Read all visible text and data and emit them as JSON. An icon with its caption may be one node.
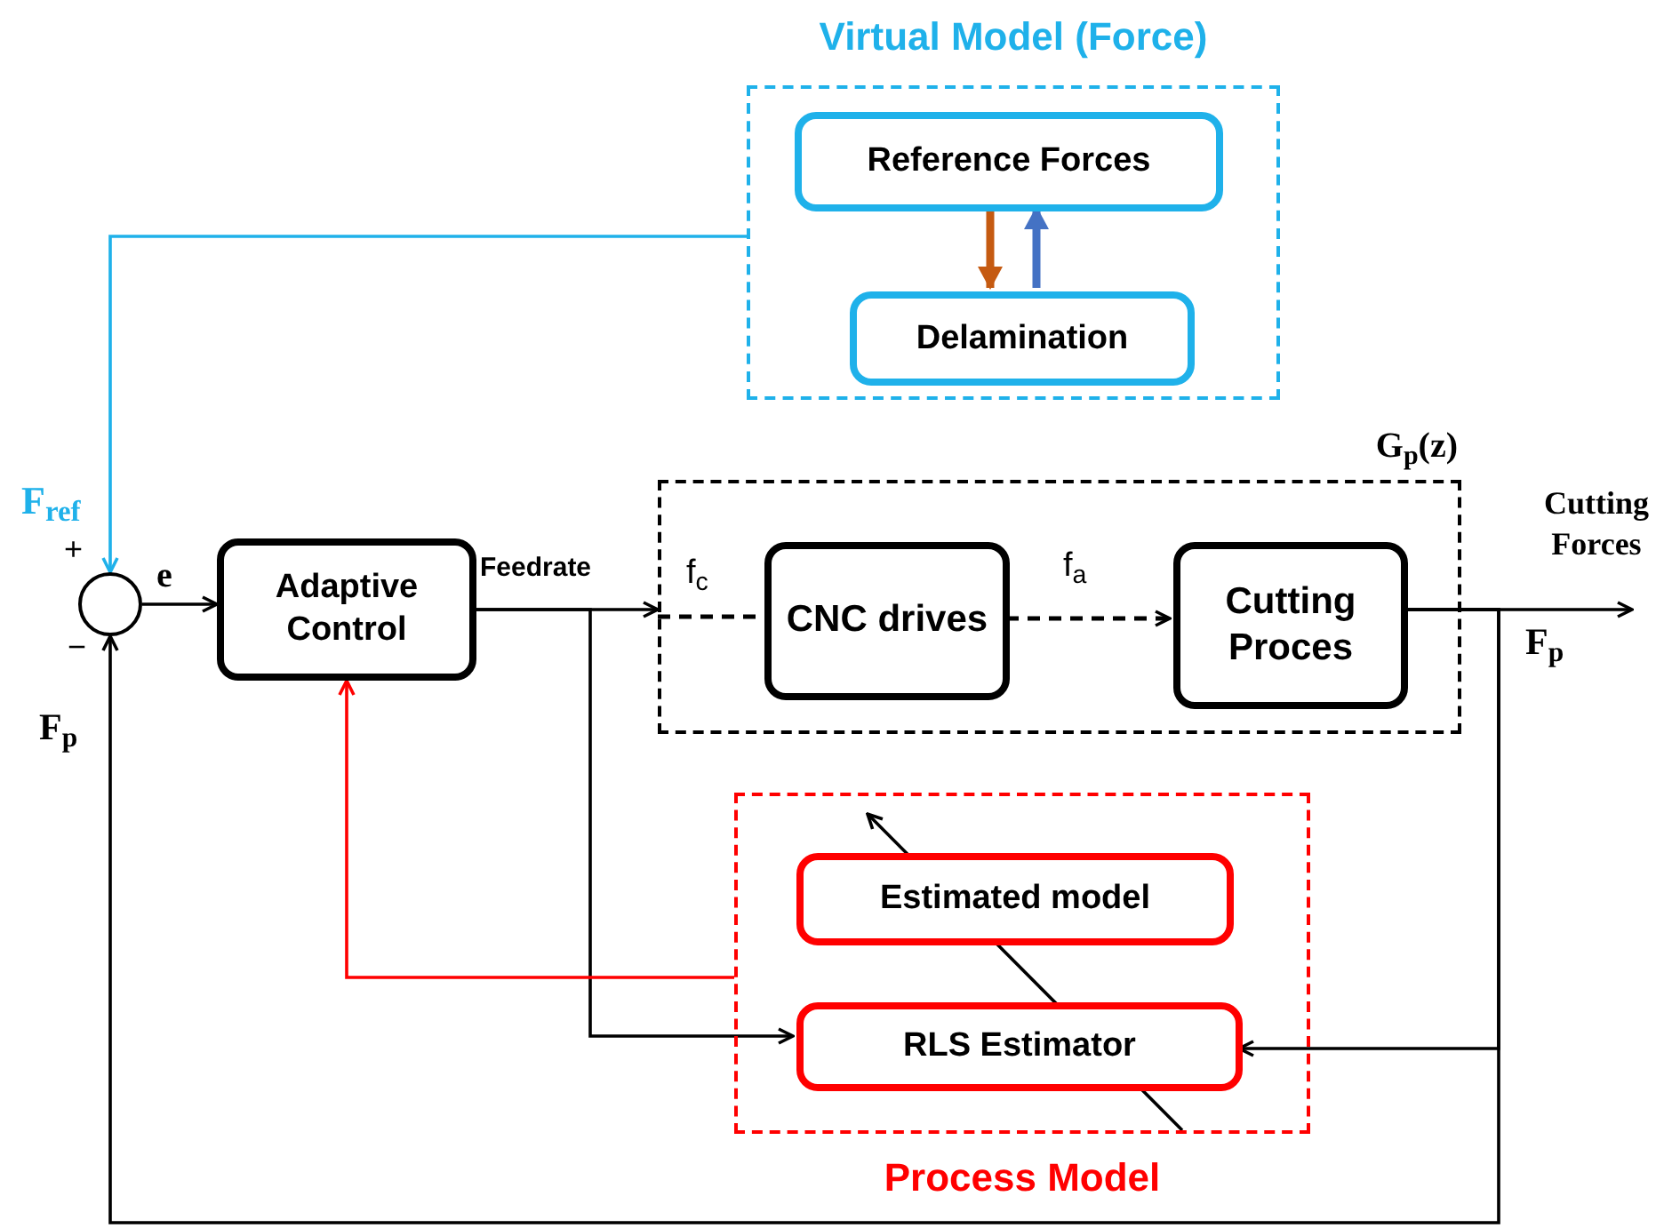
{
  "diagram": {
    "nodes": [
      {
        "text": [
          "Virtual Model (Force)"
        ]
      },
      {
        "text": [
          "Reference Forces"
        ],
        "in": 0
      },
      {
        "text": [
          "Delamination"
        ],
        "in": 0
      },
      {
        "text": [],
        "shape": "circle"
      },
      {
        "text": [
          "Adaptive Control"
        ]
      },
      {
        "text": [
          "G$_{p}$(z)"
        ]
      },
      {
        "text": [
          "CNC drives"
        ],
        "in": 5
      },
      {
        "text": [
          "Cutting Proces"
        ],
        "in": 5
      },
      {
        "text": [
          "Process Model"
        ]
      },
      {
        "text": [
          "Estimated model"
        ],
        "in": 8
      },
      {
        "text": [
          "RLS Estimator"
        ],
        "in": 8
      }
    ],
    "edges": [
      {
        "from": 0,
        "to": 3,
        "arrow": "to",
        "color": "#1fb1ea",
        "label": "F$_{ref}$"
      },
      {
        "from": 1,
        "to": 2,
        "arrow": "to",
        "color": "#c55a11",
        "style": "thick"
      },
      {
        "from": 2,
        "to": 1,
        "arrow": "to",
        "color": "#4472c4",
        "style": "thick"
      },
      {
        "from": 3,
        "to": 4,
        "arrow": "to",
        "label": "e"
      },
      {
        "from": 4,
        "to": 5,
        "arrow": "to",
        "label": "Feedrate"
      },
      {
        "from": 5,
        "to": 6,
        "arrow": "none",
        "style": "dashed",
        "label": "f$_{c}$"
      },
      {
        "from": 6,
        "to": 7,
        "arrow": "to",
        "style": "dashed",
        "label": "f$_{a}$"
      },
      {
        "from": 7,
        "to": null,
        "arrow": "to",
        "label": "Cutting Forces"
      },
      {
        "from": 7,
        "to": 3,
        "arrow": "to"
      },
      {
        "from": 7,
        "to": 10,
        "arrow": "to"
      },
      {
        "from": 4,
        "to": 10,
        "arrow": "to"
      },
      {
        "from": 8,
        "to": 4,
        "arrow": "to",
        "color": "#ff0000"
      }
    ],
    "labels": [
      "+",
      "−",
      "F$_{p}$",
      "F$_{p}$"
    ]
  }
}
